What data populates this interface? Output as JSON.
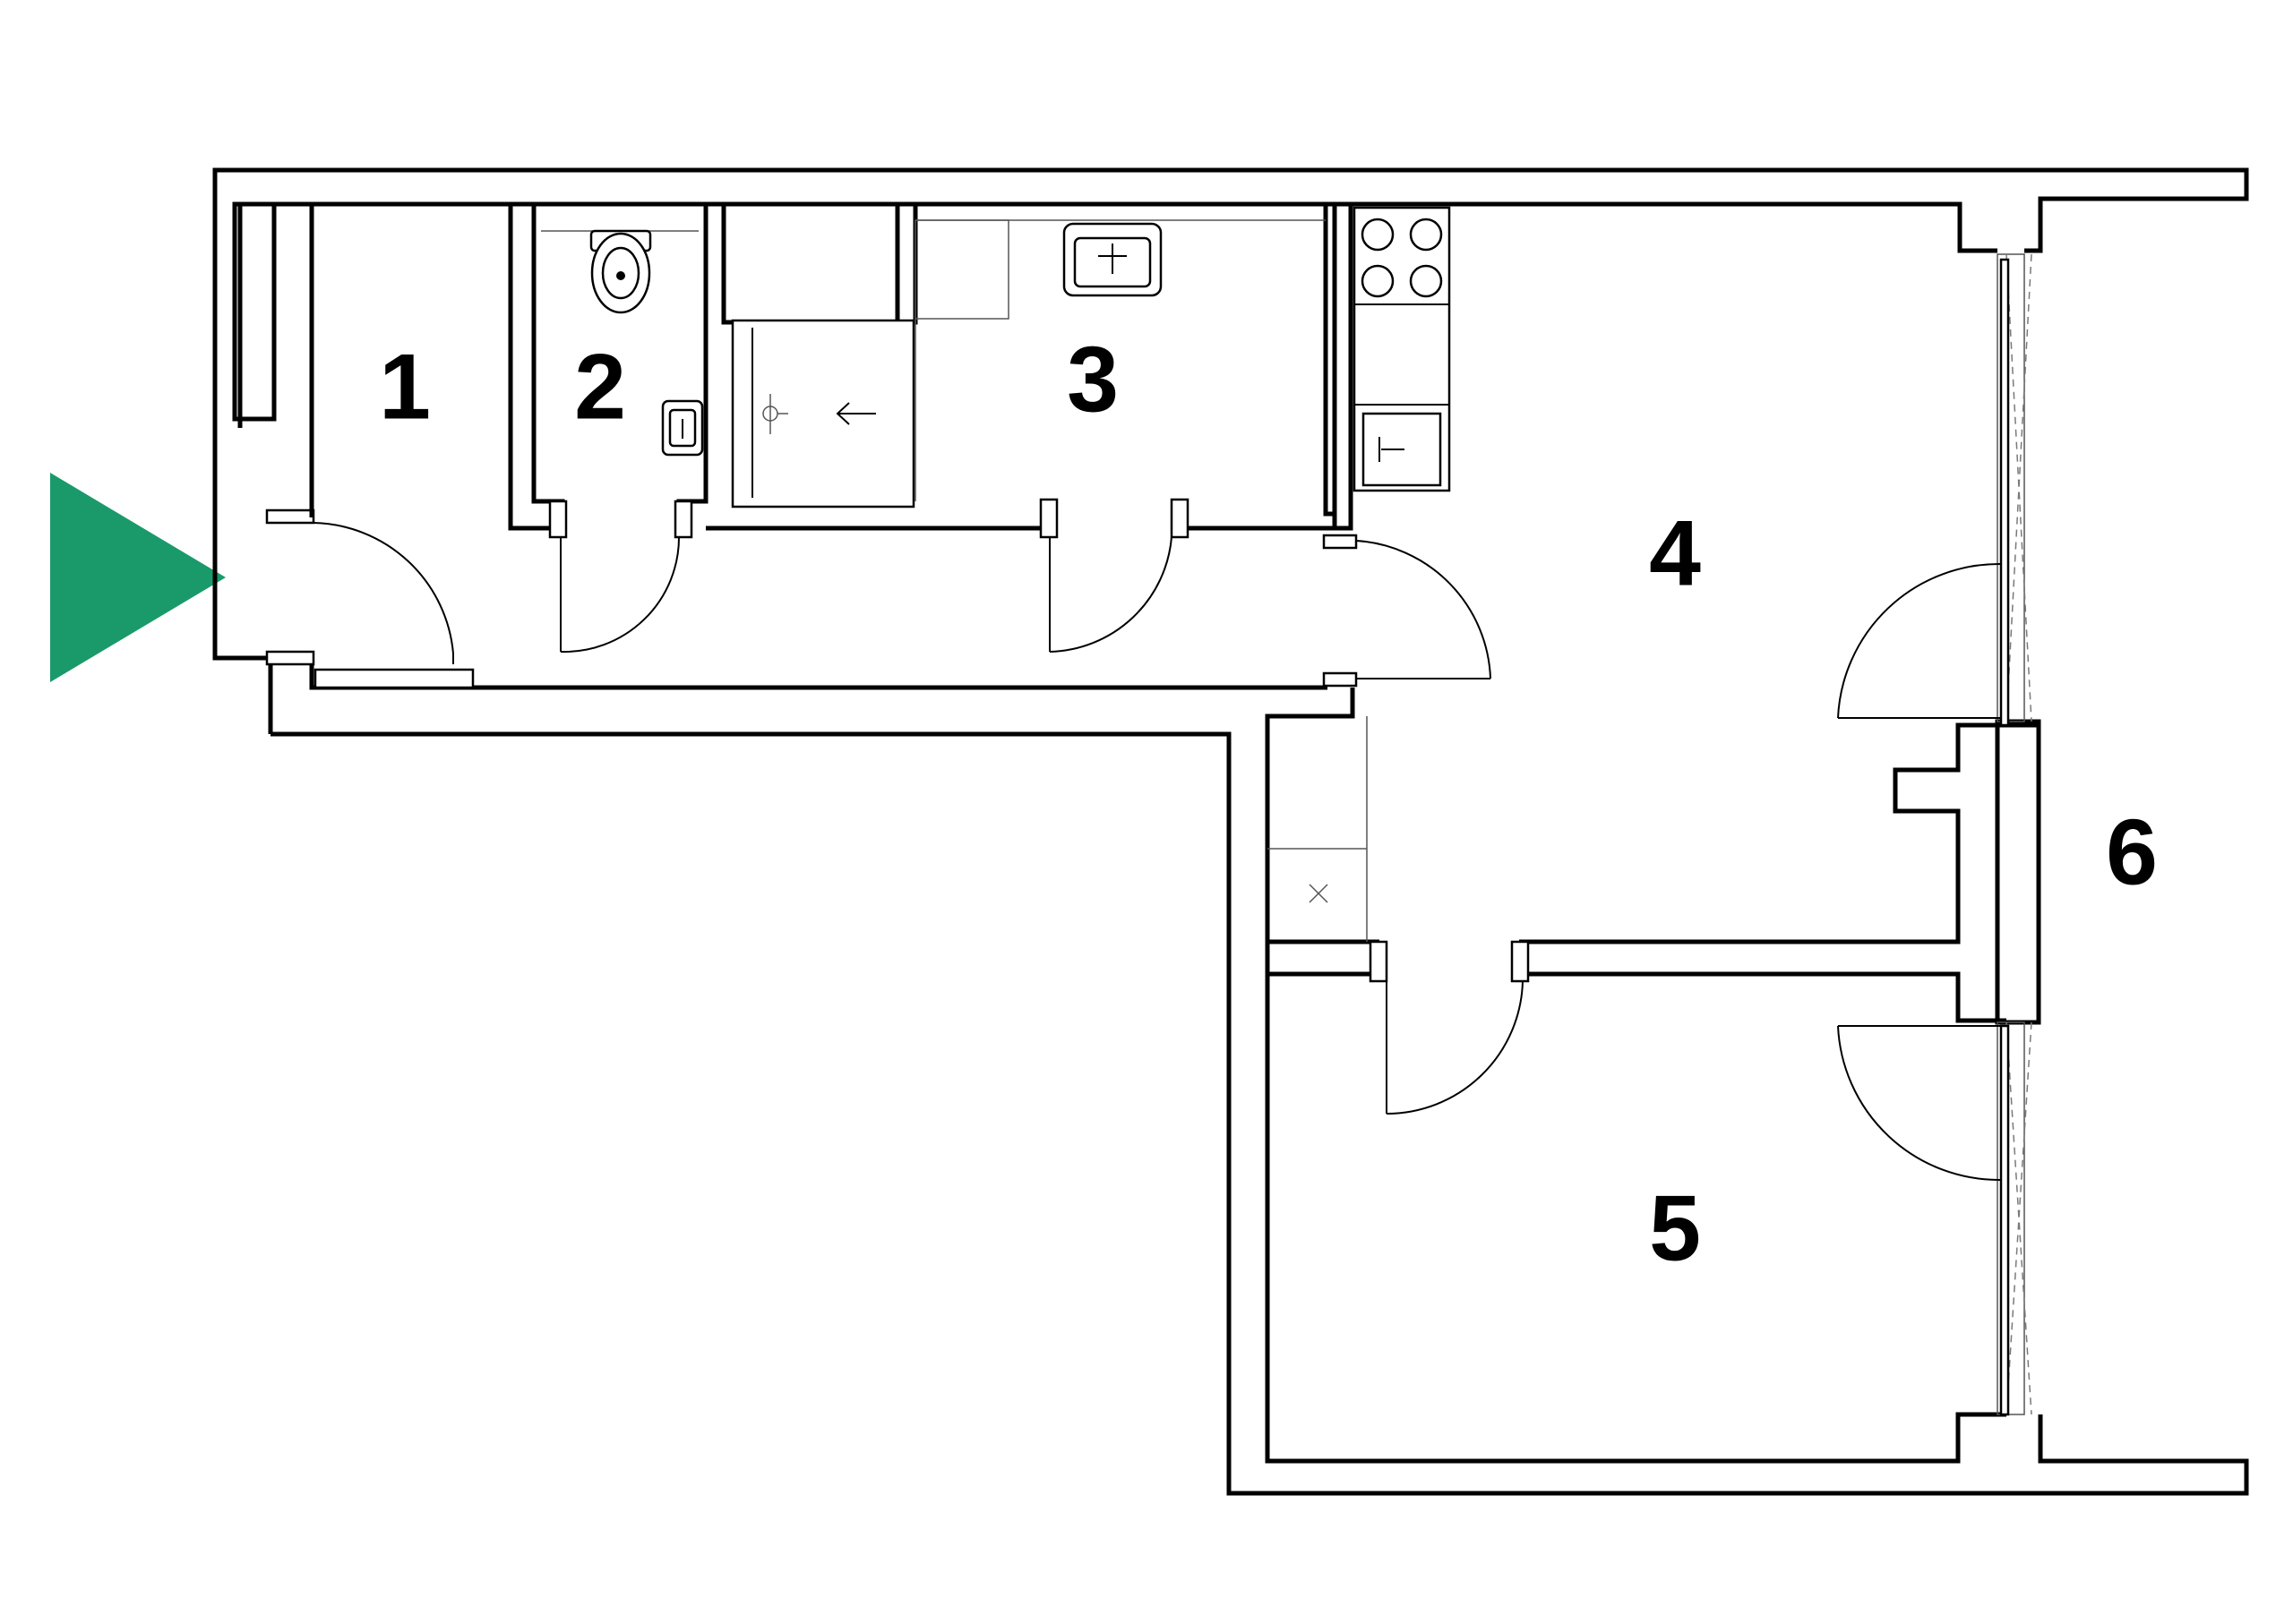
{
  "floorplan": {
    "rooms": [
      {
        "id": "room-1",
        "label": "1"
      },
      {
        "id": "room-2",
        "label": "2"
      },
      {
        "id": "room-3",
        "label": "3"
      },
      {
        "id": "room-4",
        "label": "4"
      },
      {
        "id": "room-5",
        "label": "5"
      },
      {
        "id": "room-6",
        "label": "6"
      }
    ]
  },
  "colors": {
    "entrance_arrow": "#1a9a6a",
    "walls": "#000000",
    "background": "#ffffff"
  },
  "icons": [
    "entrance-arrow-icon",
    "toilet-icon",
    "sink-icon",
    "stove-icon",
    "door-swing-icon"
  ]
}
